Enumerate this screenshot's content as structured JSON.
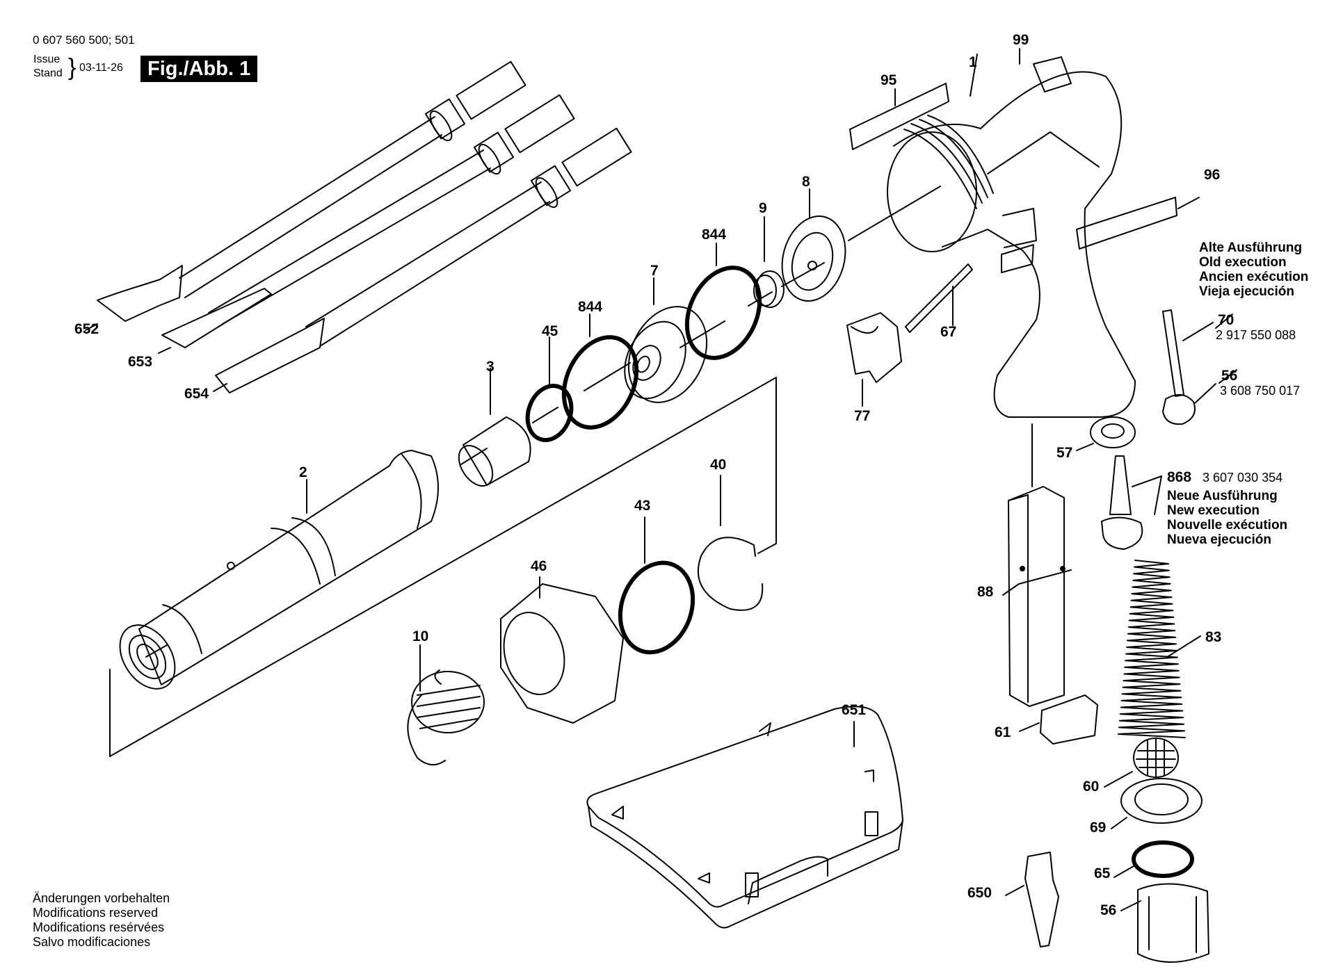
{
  "header": {
    "part_numbers": "0 607 560 500; 501",
    "issue_label": "Issue",
    "stand_label": "Stand",
    "date": "03-11-26",
    "figure_label": "Fig./Abb. 1"
  },
  "footer_notes": [
    "Änderungen vorbehalten",
    "Modifications reserved",
    "Modifications resérvées",
    "Salvo modificaciones"
  ],
  "old_execution": {
    "lines": [
      "Alte Ausführung",
      "Old execution",
      "Ancien exécution",
      "Vieja ejecución"
    ],
    "part_70": "2 917 550 088",
    "part_56": "3 608 750 017"
  },
  "new_execution": {
    "callout": "868",
    "part_number": "3 607 030 354",
    "lines": [
      "Neue Ausführung",
      "New execution",
      "Nouvelle exécution",
      "Nueva ejecución"
    ]
  },
  "callouts": {
    "c99": "99",
    "c1": "1",
    "c95": "95",
    "c96": "96",
    "c8": "8",
    "c9": "9",
    "c844a": "844",
    "c844b": "844",
    "c7": "7",
    "c45": "45",
    "c3": "3",
    "c2": "2",
    "c40": "40",
    "c43": "43",
    "c46": "46",
    "c10": "10",
    "c652": "652",
    "c653": "653",
    "c654": "654",
    "c67": "67",
    "c77": "77",
    "c70": "70",
    "c56o": "56",
    "c57": "57",
    "c88": "88",
    "c83": "83",
    "c61": "61",
    "c60": "60",
    "c69": "69",
    "c65": "65",
    "c56": "56",
    "c650": "650",
    "c651": "651"
  }
}
